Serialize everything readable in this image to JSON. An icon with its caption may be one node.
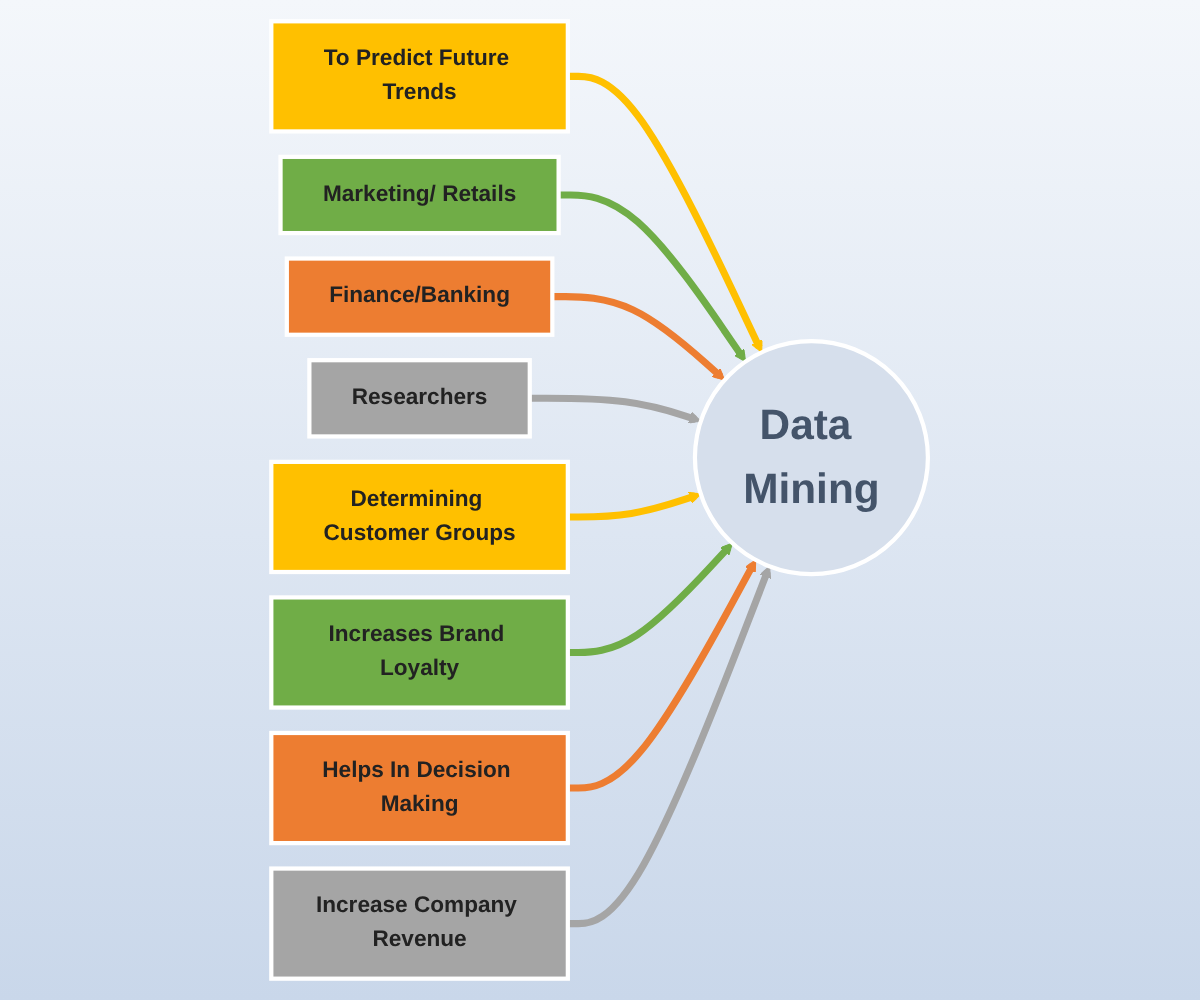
{
  "diagram": {
    "nodes": [
      {
        "text": [
          "Data Mining"
        ]
      },
      {
        "text": [
          "To Predict Future Trends"
        ]
      },
      {
        "text": [
          "Marketing/ Retails"
        ]
      },
      {
        "text": [
          "Finance/Banking"
        ]
      },
      {
        "text": [
          "Researchers"
        ]
      },
      {
        "text": [
          "Determining Customer Groups"
        ]
      },
      {
        "text": [
          "Increases Brand Loyalty"
        ]
      },
      {
        "text": [
          "Helps In Decision Making"
        ]
      },
      {
        "text": [
          "Increase Company Revenue"
        ]
      }
    ],
    "edges": [
      {
        "from": 1,
        "to": 0,
        "arrow": "to",
        "color": "#ffc000"
      },
      {
        "from": 2,
        "to": 0,
        "arrow": "to",
        "color": "#70ad47"
      },
      {
        "from": 3,
        "to": 0,
        "arrow": "to",
        "color": "#ed7d31"
      },
      {
        "from": 4,
        "to": 0,
        "arrow": "to",
        "color": "#a5a5a5"
      },
      {
        "from": 5,
        "to": 0,
        "arrow": "to",
        "color": "#ffc000"
      },
      {
        "from": 6,
        "to": 0,
        "arrow": "to",
        "color": "#70ad47"
      },
      {
        "from": 7,
        "to": 0,
        "arrow": "to",
        "color": "#ed7d31"
      },
      {
        "from": 8,
        "to": 0,
        "arrow": "to",
        "color": "#a5a5a5"
      }
    ]
  }
}
